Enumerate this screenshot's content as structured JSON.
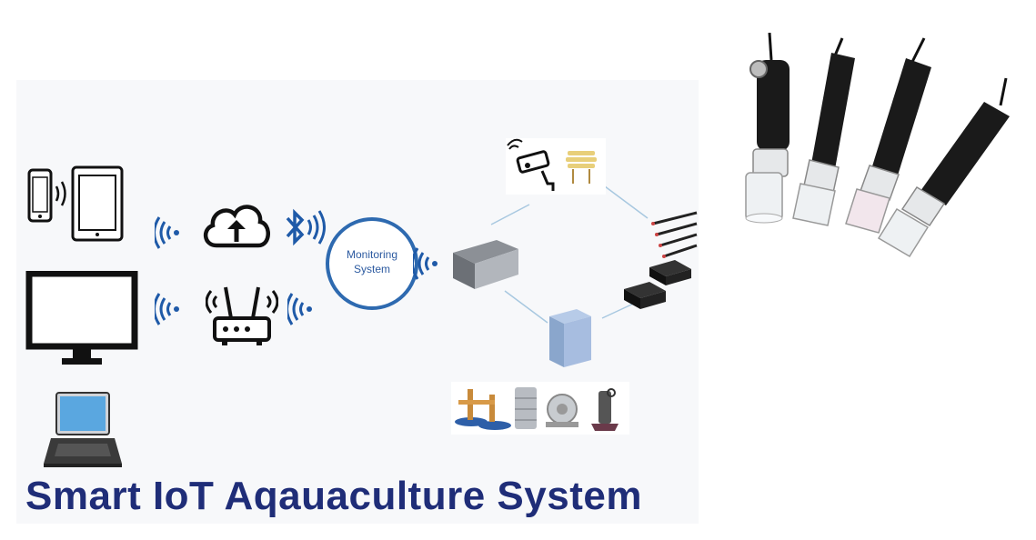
{
  "diagram": {
    "title": "Smart IoT Aqauaculture System",
    "center_node": {
      "label_line1": "Monitoring",
      "label_line2": "System"
    }
  },
  "colors": {
    "title": "#1f2d78",
    "wifi": "#1f5aa8",
    "circle": "#2e6ab0",
    "connector": "#a8c8e0",
    "probe_body": "#1a1a1a"
  }
}
